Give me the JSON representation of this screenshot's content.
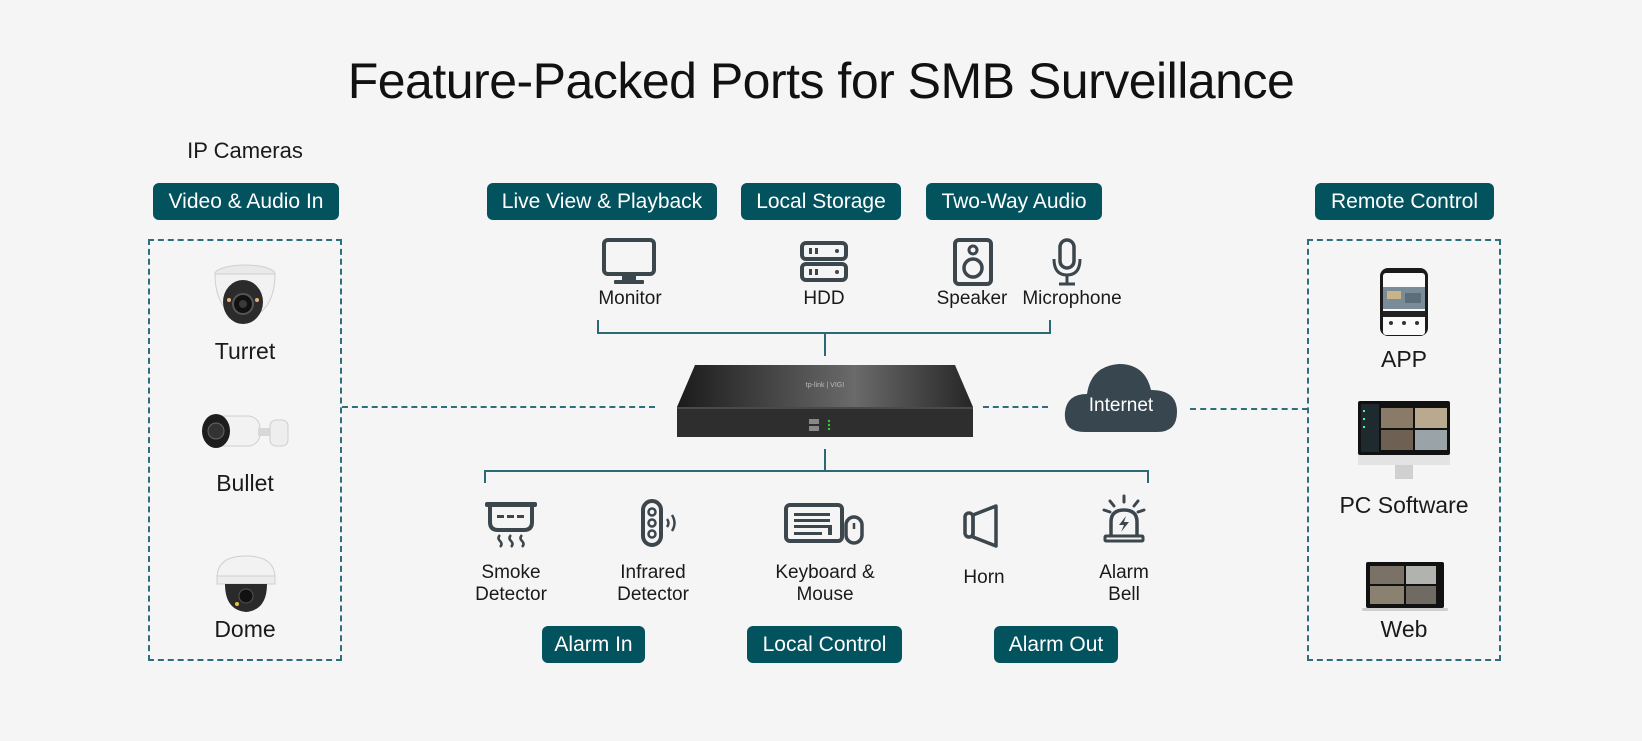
{
  "title": "Feature-Packed Ports for SMB Surveillance",
  "colors": {
    "accent": "#03535f",
    "line": "#2b6a75",
    "icon": "#3c464d",
    "cloud": "#37464f",
    "background": "#f5f5f5"
  },
  "left_panel": {
    "heading": "IP Cameras",
    "badge": "Video & Audio In",
    "items": [
      {
        "label": "Turret",
        "icon": "turret-camera"
      },
      {
        "label": "Bullet",
        "icon": "bullet-camera"
      },
      {
        "label": "Dome",
        "icon": "dome-camera"
      }
    ]
  },
  "top_section": {
    "badges": [
      "Live View & Playback",
      "Local Storage",
      "Two-Way Audio"
    ],
    "items": [
      {
        "label": "Monitor",
        "icon": "monitor-icon"
      },
      {
        "label": "HDD",
        "icon": "hdd-icon"
      },
      {
        "label": "Speaker",
        "icon": "speaker-icon"
      },
      {
        "label": "Microphone",
        "icon": "microphone-icon"
      }
    ]
  },
  "center": {
    "device": "Network Video Recorder",
    "brand": "tp-link | VIGI"
  },
  "cloud": {
    "label": "Internet"
  },
  "bottom_section": {
    "items": [
      {
        "label_line1": "Smoke",
        "label_line2": "Detector",
        "icon": "smoke-detector-icon"
      },
      {
        "label_line1": "Infrared",
        "label_line2": "Detector",
        "icon": "infrared-detector-icon"
      },
      {
        "label_line1": "Keyboard &",
        "label_line2": "Mouse",
        "icon": "keyboard-mouse-icon"
      },
      {
        "label_line1": "Horn",
        "label_line2": "",
        "icon": "horn-icon"
      },
      {
        "label_line1": "Alarm",
        "label_line2": "Bell",
        "icon": "alarm-bell-icon"
      }
    ],
    "badges": [
      "Alarm In",
      "Local Control",
      "Alarm Out"
    ]
  },
  "right_panel": {
    "badge": "Remote Control",
    "items": [
      {
        "label": "APP",
        "icon": "phone-app"
      },
      {
        "label": "PC Software",
        "icon": "pc-software"
      },
      {
        "label": "Web",
        "icon": "web-laptop"
      }
    ]
  }
}
